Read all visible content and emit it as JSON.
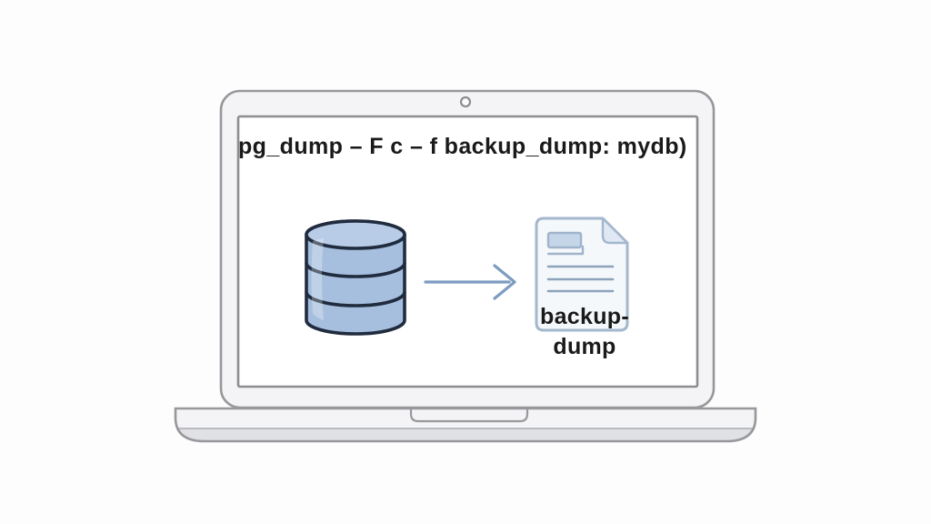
{
  "screen": {
    "command_text": "pg_dump – F c – f backup_dump: mydb)"
  },
  "output_file": {
    "label_line1": "backup-",
    "label_line2": "dump"
  },
  "icons": {
    "database": "database-cylinder-icon",
    "arrow": "arrow-right-icon",
    "document": "backup-file-icon",
    "camera": "webcam-dot-icon"
  },
  "colors": {
    "laptop_body_fill": "#f4f4f6",
    "laptop_stroke": "#98989c",
    "laptop_base_lower_fill": "#e0e1e4",
    "screen_fill": "#ffffff",
    "screen_stroke": "#8d8d91",
    "db_fill": "#a6bfde",
    "db_fill_top": "#b9cce7",
    "db_stroke": "#202b3e",
    "arrow_stroke": "#7d9cc0",
    "doc_fill": "#f5f8fb",
    "doc_stroke": "#a3b7cd",
    "doc_fold_fill": "#dfe8f3",
    "doc_header_fill": "#c6d6e9",
    "doc_line_stroke": "#8ca3ba",
    "text_color": "#1a1a1a"
  }
}
